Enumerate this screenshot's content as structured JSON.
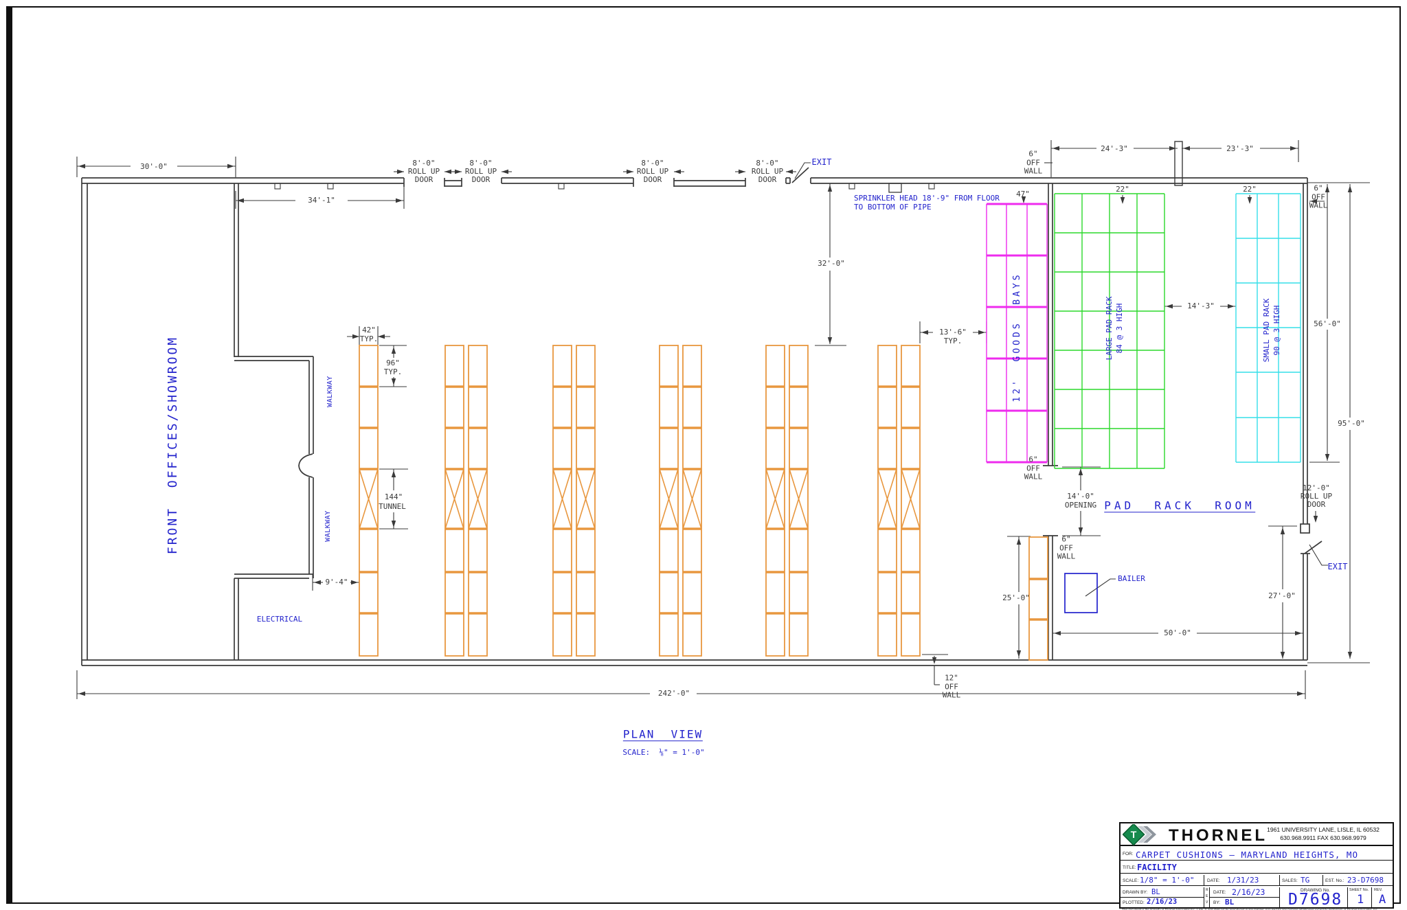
{
  "colors": {
    "ink": "#3a3a3a",
    "annotation_blue": "#2222cc",
    "rack_orange": "#e8973f",
    "rack_magenta": "#ee2bee",
    "rack_green": "#2bd92b",
    "rack_cyan": "#35dfe9",
    "logo_green": "#168a4d"
  },
  "annotations": {
    "dim_30": "30'-0\"",
    "dim_34_1": "34'-1\"",
    "door_8ft": {
      "l1": "8'-0\"",
      "l2": "ROLL UP",
      "l3": "DOOR"
    },
    "exit": "EXIT",
    "sprinkler_l1": "SPRINKLER HEAD 18'-9\" FROM FLOOR",
    "sprinkler_l2": "TO BOTTOM OF PIPE",
    "dim_32": "32'-0\"",
    "dim_47": "47\"",
    "off_wall_6": {
      "l1": "6\"",
      "l2": "OFF",
      "l3": "WALL"
    },
    "off_wall_12": {
      "l1": "12\"",
      "l2": "OFF",
      "l3": "WALL"
    },
    "dim_24_3": "24'-3\"",
    "dim_23_3": "23'-3\"",
    "dim_22": "22\"",
    "goods_bays": "12'  GOODS  BAYS",
    "large_rack_l1": "LARGE PAD RACK",
    "large_rack_l2": "84 @ 3 HIGH",
    "small_rack_l1": "SMALL PAD RACK",
    "small_rack_l2": "90 @ 3 HIGH",
    "dim_14_3": "14'-3\"",
    "dim_56": "56'-0\"",
    "dim_95": "95'-0\"",
    "dim_13_6": "13'-6\"",
    "typ": "TYP.",
    "dim_42": "42\"",
    "dim_96": "96\"",
    "dim_144": "144\"",
    "tunnel": "TUNNEL",
    "walkway": "WALKWAY",
    "front_offices": "FRONT  OFFICES/SHOWROOM",
    "electrical": "ELECTRICAL",
    "dim_9_4": "9'-4\"",
    "dim_14_0": "14'-0\"",
    "opening": "OPENING",
    "pad_rack_room": "PAD  RACK  ROOM",
    "door_12ft": {
      "l1": "12'-0\"",
      "l2": "ROLL UP",
      "l3": "DOOR"
    },
    "dim_27": "27'-0\"",
    "bailer": "BAILER",
    "dim_25": "25'-0\"",
    "dim_50": "50'-0\"",
    "dim_242": "242'-0\"",
    "plan_view": "PLAN  VIEW",
    "plan_scale": "SCALE:  ⅛\" = 1'-0\""
  },
  "title_block": {
    "company": "THORNEL",
    "address_line1": "1961 UNIVERSITY LANE, LISLE, IL 60532",
    "address_line2": "630.968.9911   FAX 630.968.9979",
    "for_label": "FOR:",
    "for_value": "CARPET  CUSHIONS  —  MARYLAND  HEIGHTS,  MO",
    "title_label": "TITLE:",
    "title_value": "FACILITY",
    "scale_label": "SCALE:",
    "scale_value": "1/8\" = 1'-0\"",
    "date_label": "DATE:",
    "date_value": "1/31/23",
    "sales_label": "SALES:",
    "sales_value": "TG",
    "est_label": "EST. No.:",
    "est_value": "23-D7698",
    "drawn_label": "DRAWN BY:",
    "drawn_value": "BL",
    "rev_r": "R",
    "rev_e": "E",
    "rev_v": "V",
    "date2_label": "DATE:",
    "date2_value": "2/16/23",
    "plotted_label": "PLOTTED:",
    "plotted_value": "2/16/23",
    "by_label": "BY:",
    "by_value": "BL",
    "drawing_no_label": "DRAWING No.",
    "drawing_no_value": "D7698",
    "sheet_label": "SHEET No.",
    "sheet_value": "1",
    "rev_label": "REV.",
    "rev_value": "A",
    "disclaimer": "This document is the property of Thornel Associates Inc., Lisle, IL and shall not be reproduced in any manner, nor used for any purpose whatsoever except by permission of Thornel Associates, Inc."
  }
}
